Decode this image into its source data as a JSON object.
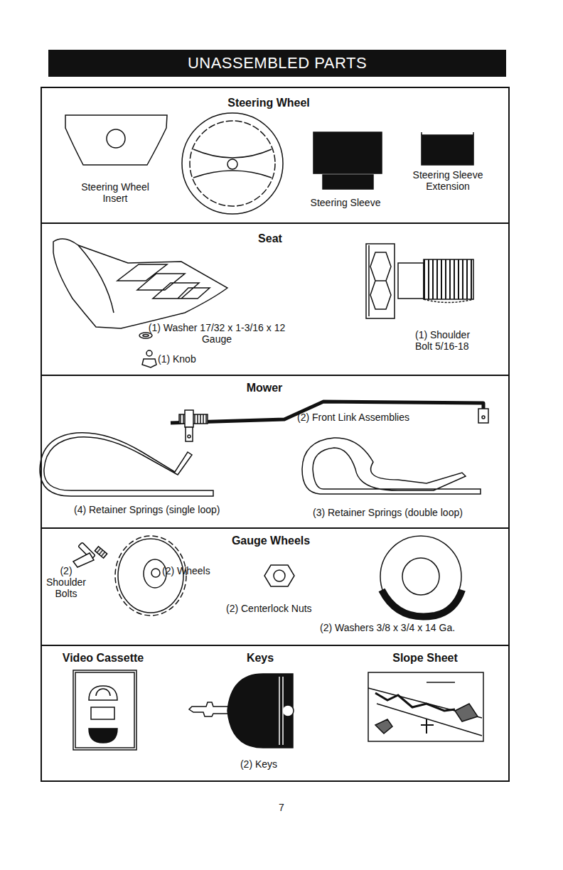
{
  "diagram": {
    "title": "UNASSEMBLED PARTS",
    "nodes": [
      {
        "text": [
          "Steering Wheel"
        ]
      },
      {
        "text": [
          "Seat"
        ]
      },
      {
        "text": [
          "Mower"
        ]
      },
      {
        "text": [
          "Gauge Wheels"
        ]
      },
      {
        "text": [
          "Video Cassette",
          "Keys",
          "Slope Sheet"
        ]
      }
    ],
    "labels": [
      "Steering Wheel Insert",
      "Steering Sleeve",
      "Steering Sleeve Extension",
      "(1) Washer 17/32 x 1-3/16 x 12 Gauge",
      "(1) Knob",
      "(1) Shoulder Bolt 5/16-18",
      "(2) Front Link Assemblies",
      "(4) Retainer Springs (single loop)",
      "(3) Retainer Springs (double loop)",
      "(2) Shoulder Bolts",
      "(2) Wheels",
      "(2) Centerlock Nuts",
      "(2) Washers 3/8 x 3/4 x 14 Ga.",
      "(2) Keys",
      "7"
    ]
  }
}
